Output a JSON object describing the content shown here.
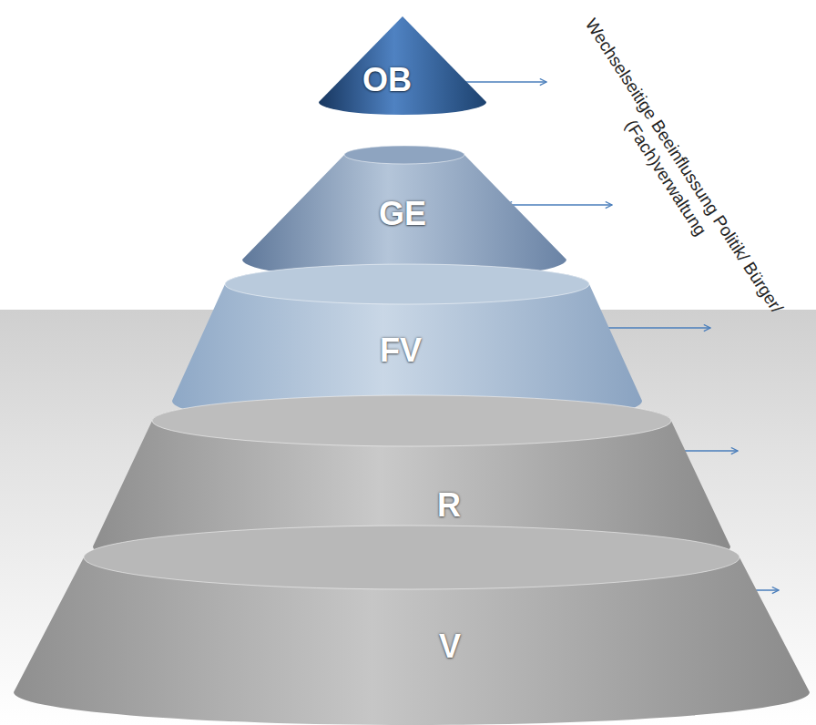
{
  "diagram": {
    "nodes": [
      {
        "text": [
          "OB"
        ]
      },
      {
        "text": [
          "GE"
        ]
      },
      {
        "text": [
          "FV"
        ]
      },
      {
        "text": [
          "R"
        ]
      },
      {
        "text": [
          "V"
        ]
      }
    ],
    "labels": [
      "Wechselseitige Beeinflussung Politik/ Bürger/ (Fach)verwaltung"
    ]
  }
}
